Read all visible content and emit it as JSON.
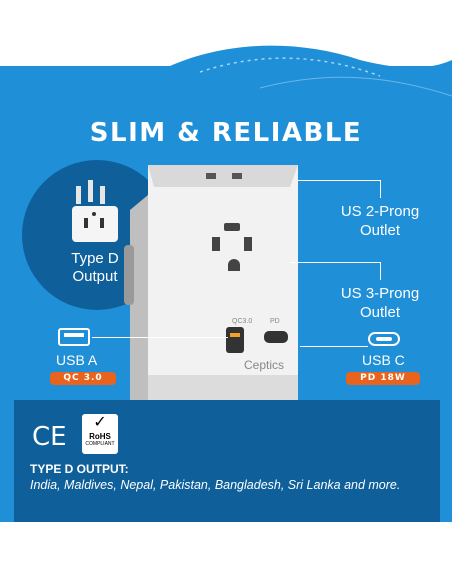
{
  "title": "SLIM & RELIABLE",
  "plug_label_line1": "Type D",
  "plug_label_line2": "Output",
  "outlet2_line1": "US 2-Prong",
  "outlet2_line2": "Outlet",
  "outlet3_line1": "US 3-Prong",
  "outlet3_line2": "Outlet",
  "usb_a": {
    "label": "USB A",
    "badge": "QC 3.0"
  },
  "usb_c": {
    "label": "USB C",
    "badge": "PD 18W"
  },
  "device_brand": "Ceptics",
  "port_a_label": "QC3.0",
  "port_c_label": "PD",
  "cert": {
    "ce": "CE",
    "rohs": "RoHS",
    "rohs_sub": "COMPLIANT"
  },
  "output": {
    "title": "TYPE D OUTPUT:",
    "countries": "India, Maldives, Nepal, Pakistan, Bangladesh, Sri Lanka and more."
  },
  "colors": {
    "blue": "#1f8fd8",
    "dark_blue": "#0e5f9a",
    "accent": "#e8641e"
  }
}
